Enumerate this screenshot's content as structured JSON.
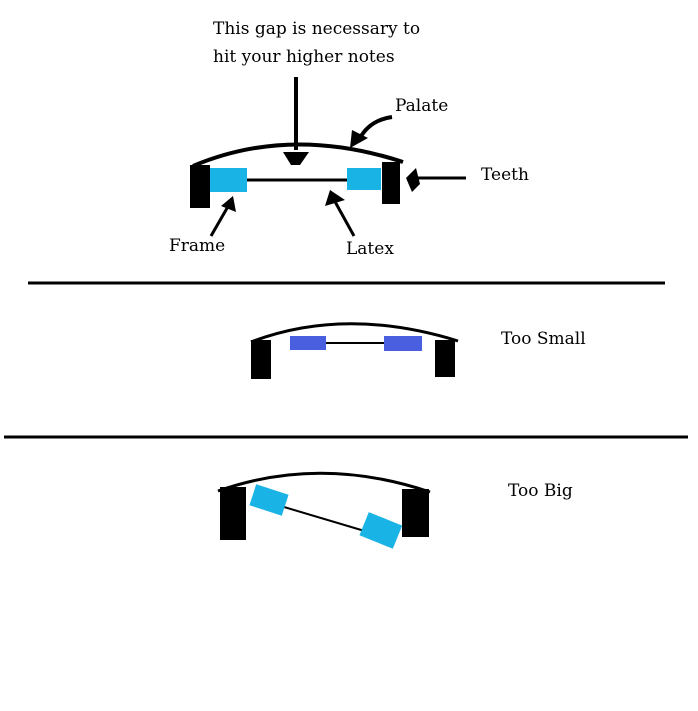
{
  "annotation": {
    "gap_line1": "This gap is necessary to",
    "gap_line2": "hit your higher notes"
  },
  "labels": {
    "palate": "Palate",
    "teeth": "Teeth",
    "frame": "Frame",
    "latex": "Latex",
    "too_small": "Too Small",
    "too_big": "Too Big"
  },
  "colors": {
    "ink": "#000000",
    "frame_fit": "#1ab3e6",
    "frame_small": "#4a5ee0",
    "frame_big": "#1ab3e6",
    "background": "#ffffff"
  }
}
